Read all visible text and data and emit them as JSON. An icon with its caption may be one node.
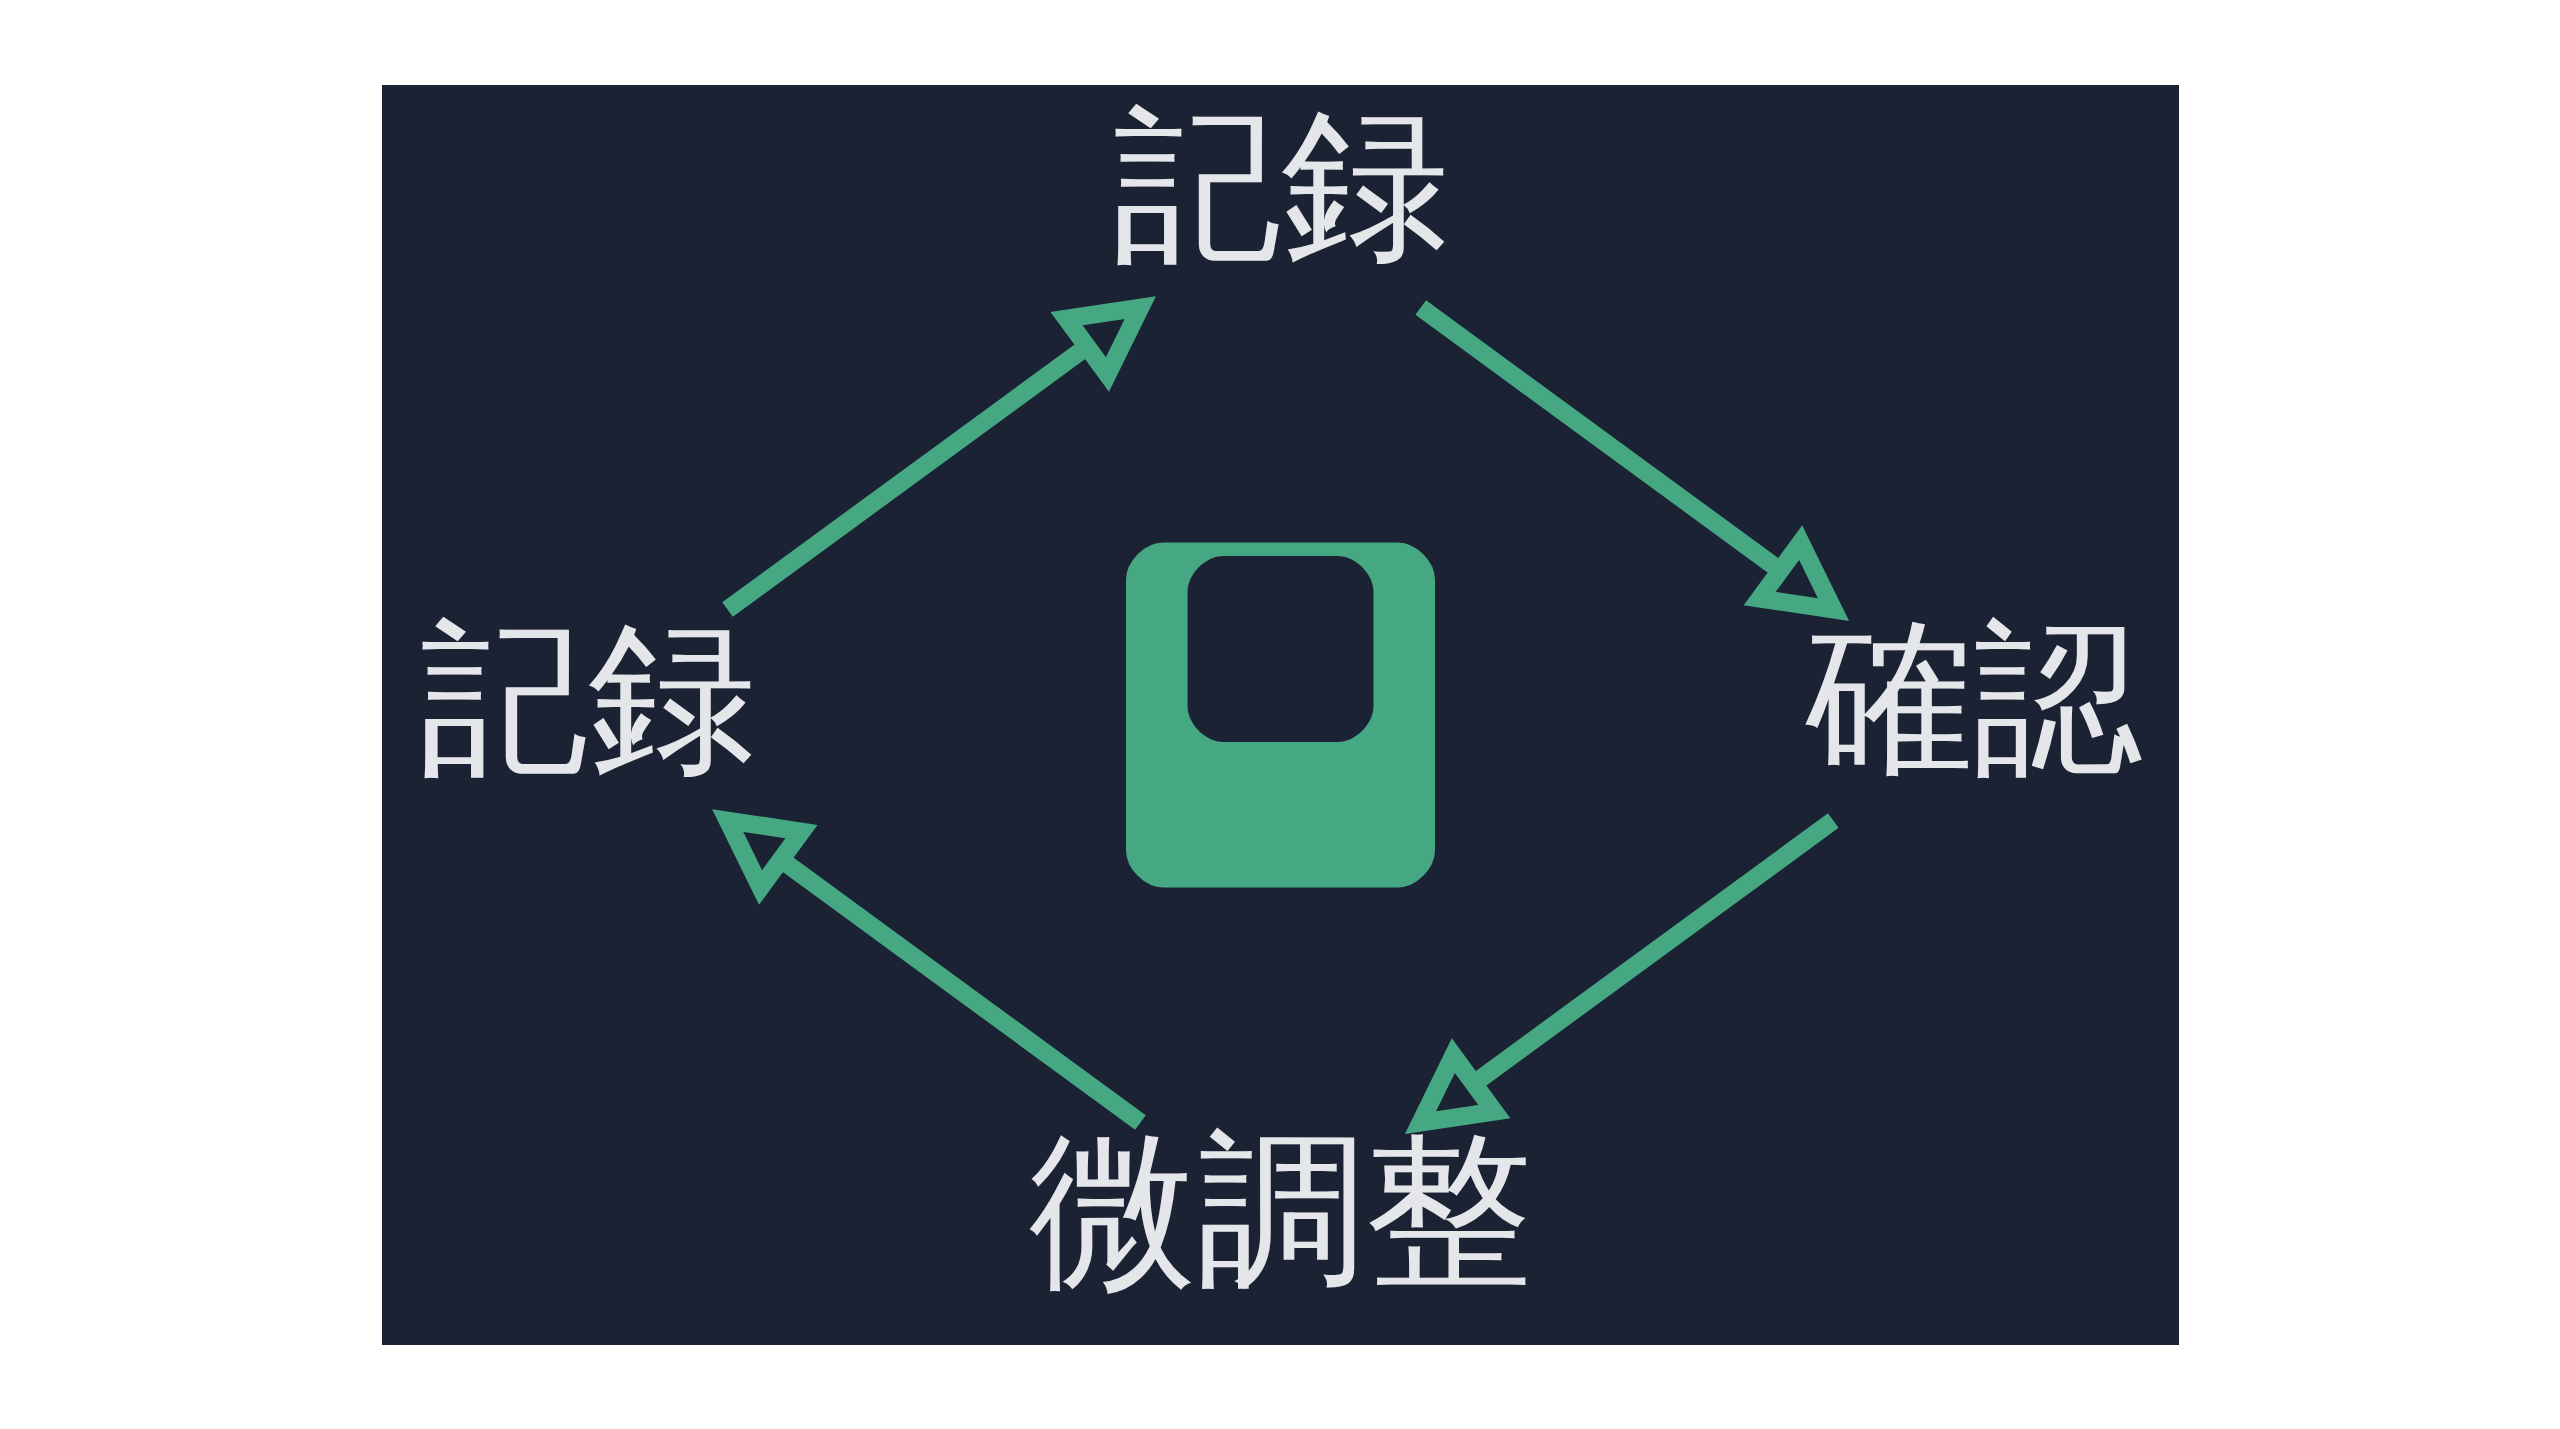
{
  "diagram": {
    "nodes": [
      {
        "text": [
          "記録"
        ]
      },
      {
        "text": [
          "記録"
        ]
      },
      {
        "text": [],
        "shape": "picture"
      },
      {
        "text": [
          "確認"
        ]
      },
      {
        "text": [
          "微調整"
        ]
      }
    ],
    "edges": [
      {
        "from": 1,
        "to": 0,
        "arrow": "to"
      },
      {
        "from": 0,
        "to": 3,
        "arrow": "to"
      },
      {
        "from": 3,
        "to": 4,
        "arrow": "to"
      },
      {
        "from": 4,
        "to": 1,
        "arrow": "to"
      }
    ]
  }
}
